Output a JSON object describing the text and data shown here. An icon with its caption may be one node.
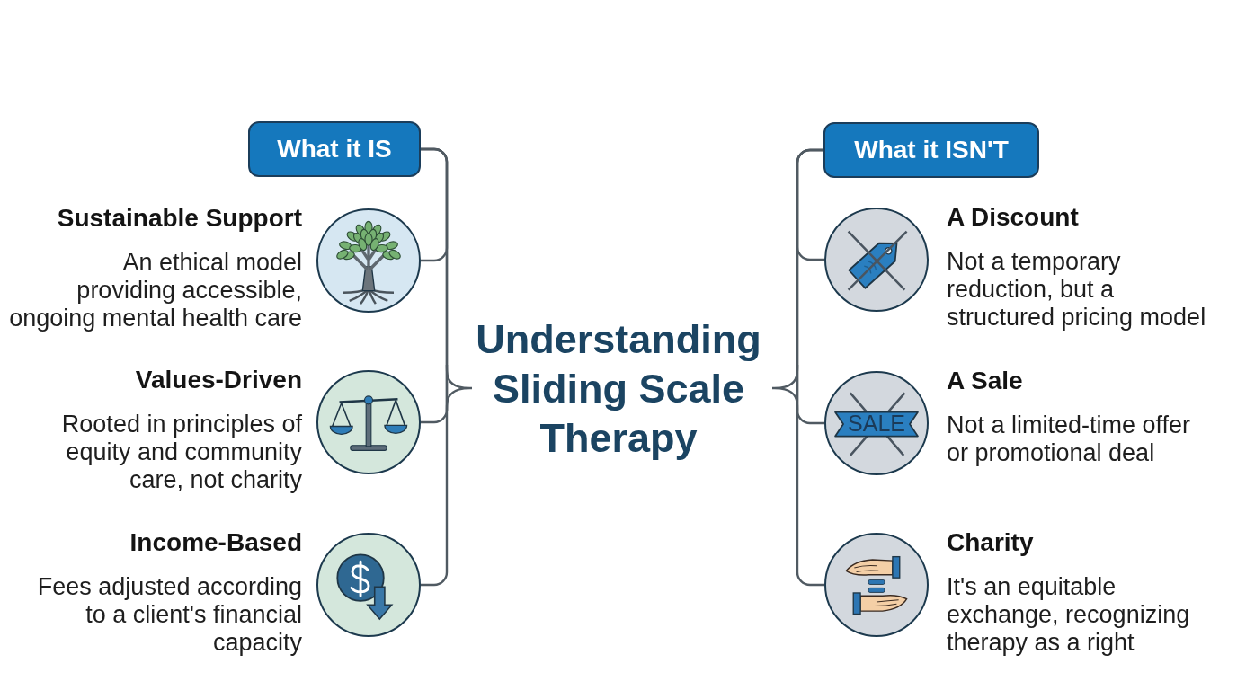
{
  "diagram": {
    "title": "Understanding Sliding Scale Therapy",
    "nodes": [
      {
        "text": [
          "What it IS"
        ]
      },
      {
        "text": [],
        "shape": "circle",
        "beside": [
          "Sustainable Support",
          "An ethical model providing accessible, ongoing mental health care"
        ]
      },
      {
        "text": [],
        "shape": "circle",
        "beside": [
          "Values-Driven",
          "Rooted in principles of equity and community care, not charity"
        ]
      },
      {
        "text": [],
        "shape": "circle",
        "beside": [
          "Income-Based",
          "Fees adjusted according to a client's financial capacity"
        ]
      },
      {
        "text": [
          "What it ISN'T"
        ]
      },
      {
        "text": [],
        "shape": "circle",
        "beside": [
          "A Discount",
          "Not a temporary reduction, but a structured pricing model"
        ]
      },
      {
        "text": [
          "SALE"
        ],
        "beside": [
          "A Sale",
          "Not a limited-time offer or promotional deal"
        ]
      },
      {
        "text": [],
        "shape": "circle",
        "beside": [
          "Charity",
          "It's an equitable exchange, recognizing therapy as a right"
        ]
      }
    ],
    "edges": [
      {
        "from": 0,
        "to": 1,
        "arrow": "none"
      },
      {
        "from": 0,
        "to": 2,
        "arrow": "none"
      },
      {
        "from": 0,
        "to": 3,
        "arrow": "none"
      },
      {
        "from": 4,
        "to": 5,
        "arrow": "none"
      },
      {
        "from": 4,
        "to": 6,
        "arrow": "none"
      },
      {
        "from": 4,
        "to": 7,
        "arrow": "none"
      }
    ]
  }
}
